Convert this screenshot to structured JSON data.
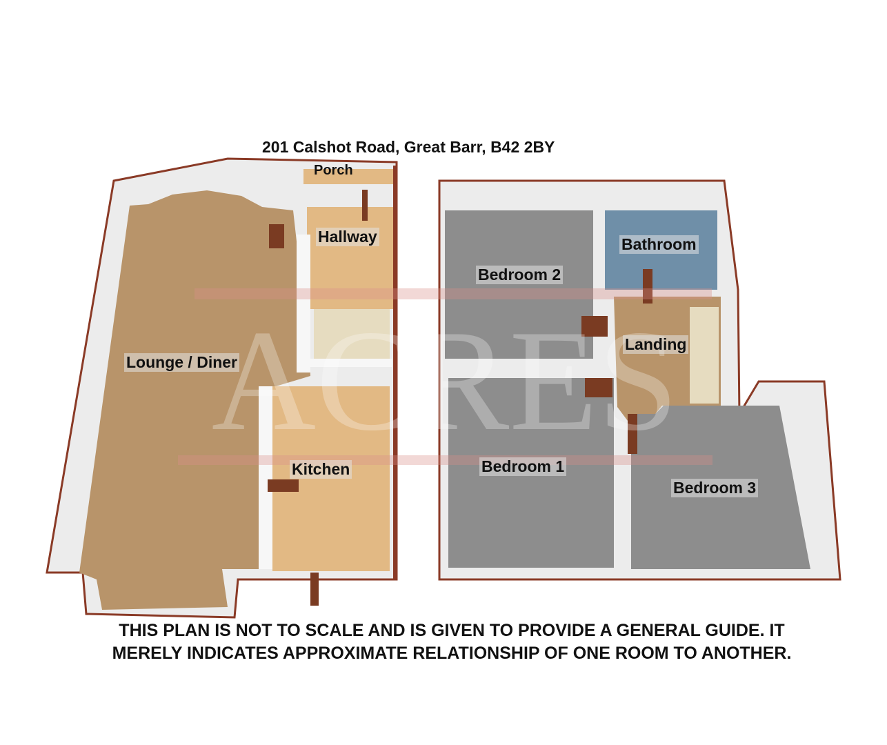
{
  "title": "201 Calshot Road, Great Barr, B42 2BY",
  "watermark": "ACRES",
  "rooms": {
    "porch": "Porch",
    "hallway": "Hallway",
    "lounge": "Lounge / Diner",
    "kitchen": "Kitchen",
    "bedroom2": "Bedroom 2",
    "bathroom": "Bathroom",
    "landing": "Landing",
    "bedroom1": "Bedroom 1",
    "bedroom3": "Bedroom 3"
  },
  "disclaimer": "THIS PLAN IS NOT TO SCALE AND IS GIVEN TO PROVIDE A GENERAL GUIDE. IT MERELY INDICATES APPROXIMATE RELATIONSHIP OF ONE ROOM TO ANOTHER.",
  "colors": {
    "carpet": "#b8946a",
    "wood": "#e2b984",
    "grey_carpet": "#8d8d8d",
    "tiles": "#6f8fa8",
    "wall": "#f4f4f4",
    "brick": "#8a3a26",
    "watermark_red": "#d9908a"
  }
}
